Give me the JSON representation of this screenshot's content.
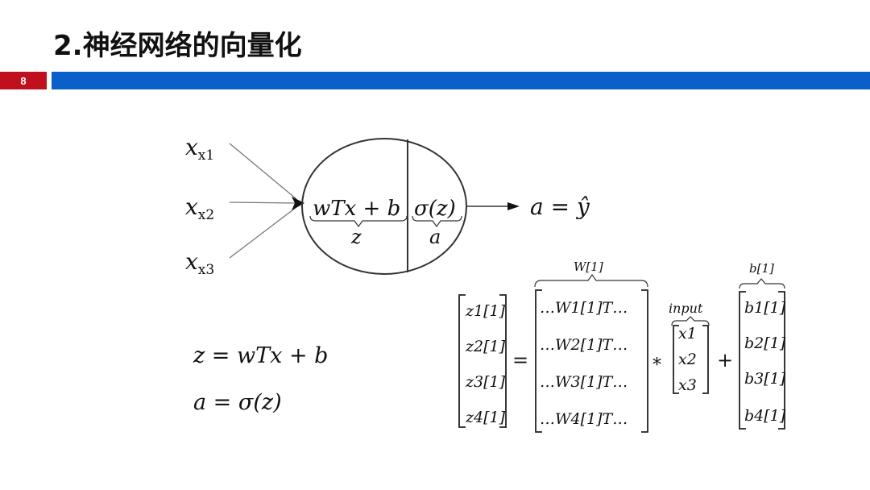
{
  "slide": {
    "title": "2.神经网络的向量化",
    "page_number": "8",
    "accent_red": "#c0101e",
    "accent_blue": "#0a5fc8"
  },
  "neuron": {
    "inputs": [
      "x1",
      "x2",
      "x3"
    ],
    "linear_label": "wTx + b",
    "linear_output": "z",
    "activation_label": "σ(z)",
    "activation_output": "a",
    "result": "a = ŷ"
  },
  "equations": {
    "z_eq": "z = wTx + b",
    "a_eq": "a = σ(z)"
  },
  "matrix_eq": {
    "z_entries": [
      "z1[1]",
      "z2[1]",
      "z3[1]",
      "z4[1]"
    ],
    "w_label": "W[1]",
    "w_rows": [
      "…W1[1]T…",
      "…W2[1]T…",
      "…W3[1]T…",
      "…W4[1]T…"
    ],
    "input_label": "input",
    "x_entries": [
      "x1",
      "x2",
      "x3"
    ],
    "b_label": "b[1]",
    "b_entries": [
      "b1[1]",
      "b2[1]",
      "b3[1]",
      "b4[1]"
    ],
    "equals": "=",
    "times": "*",
    "plus": "+"
  }
}
